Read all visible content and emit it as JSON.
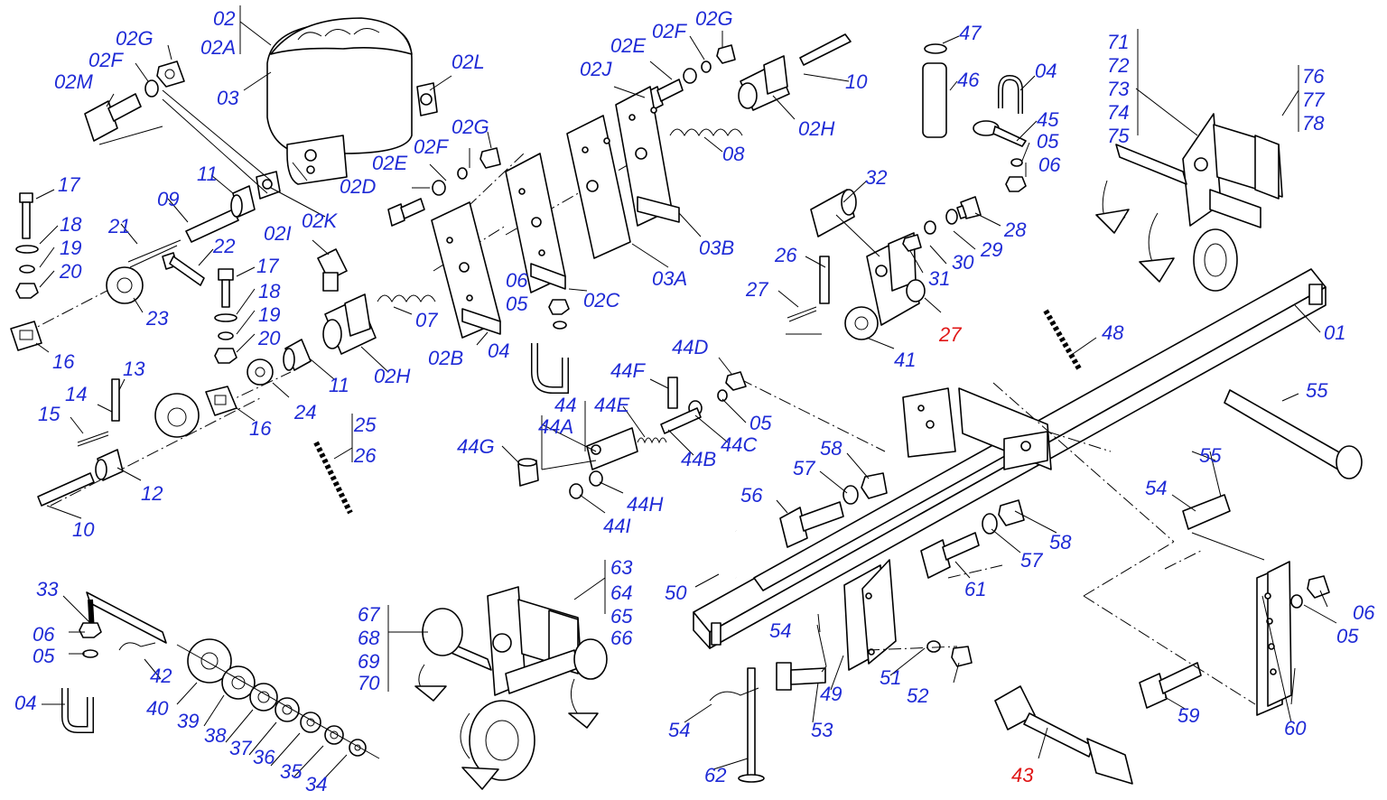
{
  "colors": {
    "label_default": "#1f2bd6",
    "label_highlight": "#e01616",
    "line": "#000000"
  },
  "labels": {
    "02": "02",
    "02A": "02A",
    "03": "03",
    "02G_a": "02G",
    "02F_a": "02F",
    "02M": "02M",
    "02L": "02L",
    "02K": "02K",
    "02J": "02J",
    "02E_a": "02E",
    "02F_b": "02F",
    "02G_b": "02G",
    "10_a": "10",
    "02H_a": "02H",
    "08": "08",
    "03B": "03B",
    "03A": "03A",
    "02C": "02C",
    "02B": "02B",
    "02D": "02D",
    "02E_b": "02E",
    "02F_c": "02F",
    "02G_c": "02G",
    "47": "47",
    "46": "46",
    "04_a": "04",
    "45": "45",
    "05_a": "05",
    "06_a": "06",
    "71": "71",
    "72": "72",
    "73": "73",
    "74": "74",
    "75": "75",
    "76": "76",
    "77": "77",
    "78": "78",
    "17_a": "17",
    "18_a": "18",
    "19_a": "19",
    "20_a": "20",
    "16_a": "16",
    "23": "23",
    "21": "21",
    "22": "22",
    "09": "09",
    "11_a": "11",
    "02I": "02I",
    "17_b": "17",
    "18_b": "18",
    "19_b": "19",
    "20_b": "20",
    "07": "07",
    "02H_b": "02H",
    "11_b": "11",
    "24": "24",
    "16_b": "16",
    "13": "13",
    "14": "14",
    "15": "15",
    "12": "12",
    "10_b": "10",
    "25": "25",
    "26_a": "26",
    "06_b": "06",
    "05_b": "05",
    "04_b": "04",
    "32": "32",
    "28": "28",
    "29": "29",
    "30": "30",
    "31": "31",
    "26_b": "26",
    "27_a": "27",
    "27_b": "27",
    "41": "41",
    "48": "48",
    "01": "01",
    "44D": "44D",
    "44F": "44F",
    "44": "44",
    "44A": "44A",
    "44E": "44E",
    "05_c": "05",
    "44C": "44C",
    "44B": "44B",
    "44G": "44G",
    "44H": "44H",
    "44I": "44I",
    "58_a": "58",
    "57_a": "57",
    "56": "56",
    "55_a": "55",
    "55_b": "55",
    "54_a": "54",
    "57_b": "57",
    "58_b": "58",
    "61": "61",
    "50": "50",
    "06_c": "06",
    "05_d": "05",
    "59": "59",
    "60": "60",
    "54_b": "54",
    "49": "49",
    "51": "51",
    "52": "52",
    "53": "53",
    "54_c": "54",
    "62": "62",
    "43": "43",
    "33": "33",
    "06_d": "06",
    "05_e": "05",
    "04_c": "04",
    "42": "42",
    "40": "40",
    "39": "39",
    "38": "38",
    "37": "37",
    "36": "36",
    "35": "35",
    "34": "34",
    "63": "63",
    "64": "64",
    "65": "65",
    "66": "66",
    "67": "67",
    "68": "68",
    "69": "69",
    "70": "70"
  }
}
